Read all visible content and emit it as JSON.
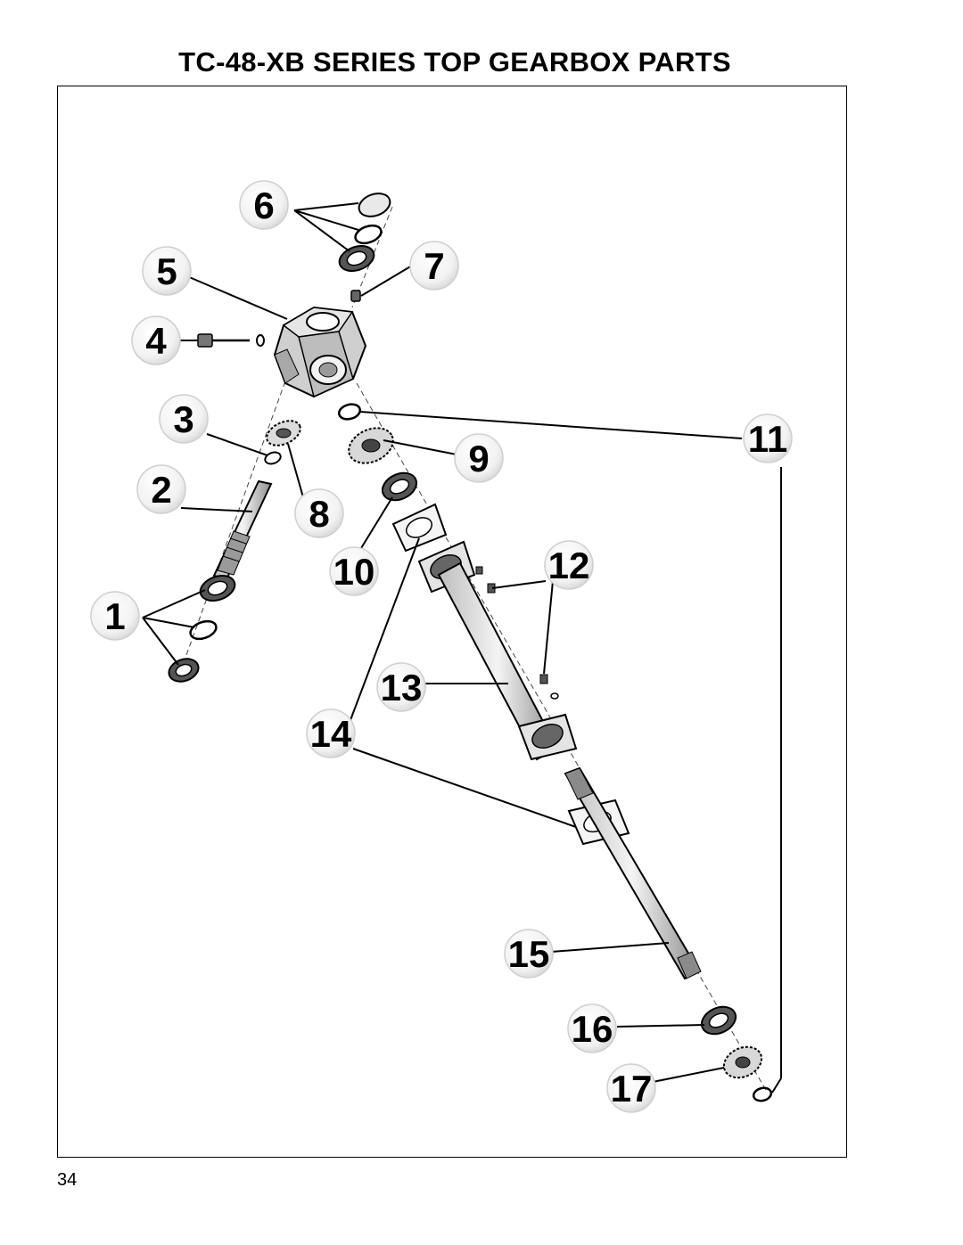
{
  "title": "TC-48-XB SERIES TOP GEARBOX PARTS",
  "page_number": "34",
  "callouts": [
    "1",
    "2",
    "3",
    "4",
    "5",
    "6",
    "7",
    "8",
    "9",
    "10",
    "11",
    "12",
    "13",
    "14",
    "15",
    "16",
    "17"
  ]
}
